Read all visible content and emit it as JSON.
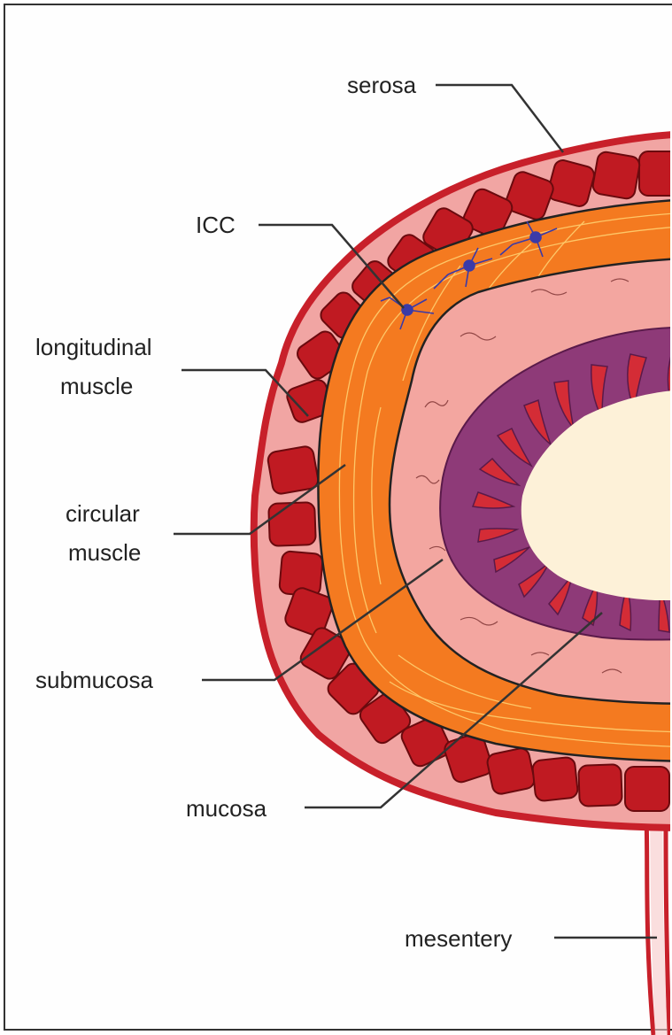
{
  "labels": {
    "serosa": "serosa",
    "icc": "ICC",
    "longitudinal_1": "longitudinal",
    "longitudinal_2": "muscle",
    "circular_1": "circular",
    "circular_2": "muscle",
    "submucosa": "submucosa",
    "mucosa": "mucosa",
    "mesentery": "mesentery"
  },
  "colors": {
    "serosa": "#c8202a",
    "muscle_block": "#c01a22",
    "longitudinal_bg": "#f0a0a0",
    "circular_muscle": "#f47a20",
    "circular_fibers": "#ffd070",
    "submucosa": "#f3a6a0",
    "mucosa": "#8e3a78",
    "villi": "#d42c36",
    "lumen": "#fdf1d8",
    "icc": "#3a3aa8"
  }
}
